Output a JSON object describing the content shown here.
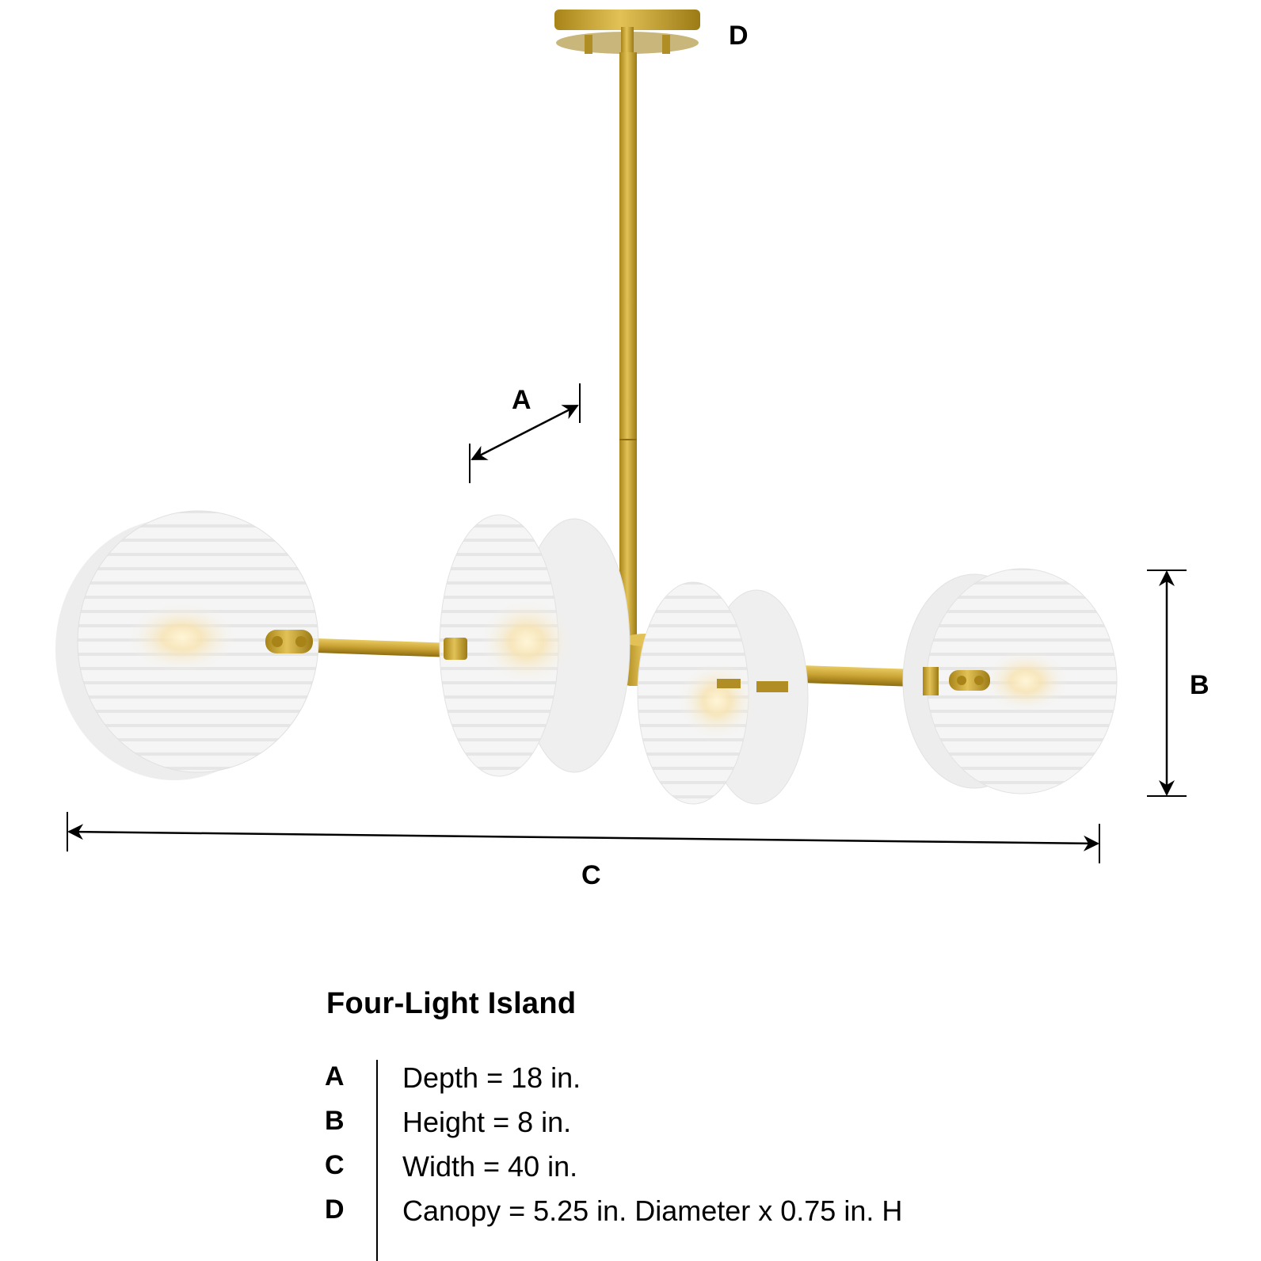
{
  "product": {
    "title": "Four-Light Island",
    "finish_color": "#C9A233",
    "glass_color": "#F4F4F4"
  },
  "dimension_labels": {
    "A": "A",
    "B": "B",
    "C": "C",
    "D": "D"
  },
  "specs": [
    {
      "letter": "A",
      "text": "Depth = 18 in."
    },
    {
      "letter": "B",
      "text": "Height = 8 in."
    },
    {
      "letter": "C",
      "text": "Width = 40 in."
    },
    {
      "letter": "D",
      "text": "Canopy = 5.25 in. Diameter x 0.75 in. H"
    }
  ]
}
